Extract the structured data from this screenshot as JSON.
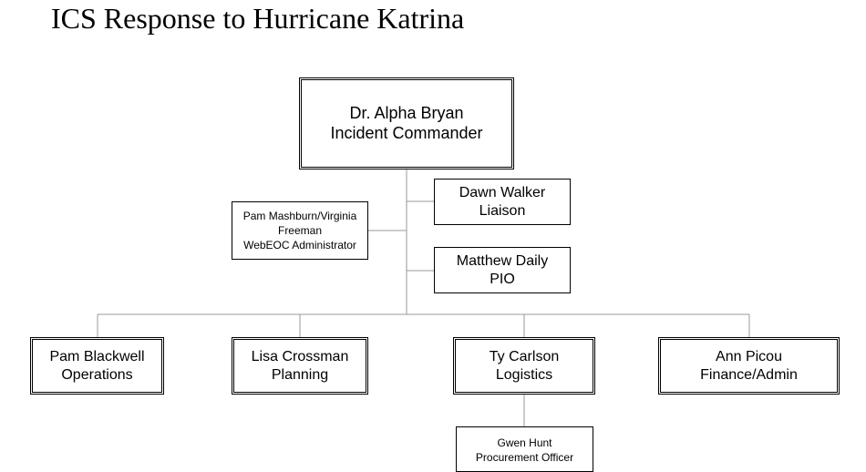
{
  "title": "ICS Response to Hurricane Katrina",
  "nodes": {
    "commander": {
      "name": "Dr. Alpha Bryan",
      "role": "Incident Commander"
    },
    "liaison": {
      "name": "Dawn Walker",
      "role": "Liaison"
    },
    "pio": {
      "name": "Matthew Daily",
      "role": "PIO"
    },
    "webeoc": {
      "name_line1": "Pam Mashburn/Virginia",
      "name_line2": "Freeman",
      "role": "WebEOC Administrator"
    },
    "operations": {
      "name": "Pam Blackwell",
      "role": "Operations"
    },
    "planning": {
      "name": "Lisa Crossman",
      "role": "Planning"
    },
    "logistics": {
      "name": "Ty Carlson",
      "role": "Logistics"
    },
    "finance": {
      "name": "Ann Picou",
      "role": "Finance/Admin"
    },
    "procurement": {
      "name": "Gwen Hunt",
      "role": "Procurement Officer"
    }
  }
}
